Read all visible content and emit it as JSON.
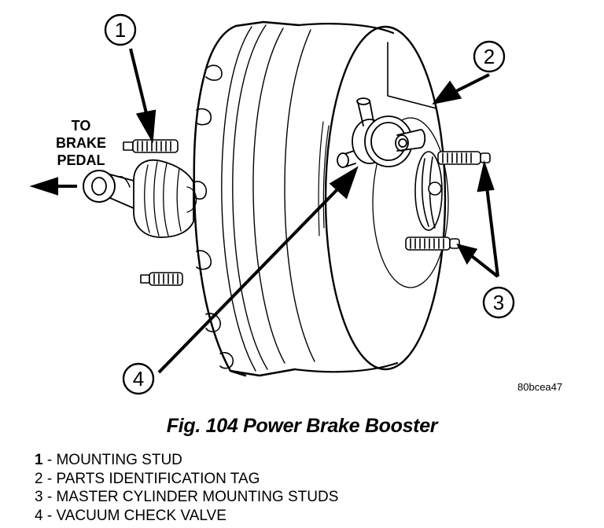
{
  "figure": {
    "callouts": [
      {
        "number": "1",
        "target": "mounting stud"
      },
      {
        "number": "2",
        "target": "parts identification tag"
      },
      {
        "number": "3",
        "target": "master cylinder mounting studs"
      },
      {
        "number": "4",
        "target": "vacuum check valve"
      }
    ],
    "direction_label": {
      "line1": "TO",
      "line2": "BRAKE",
      "line3": "PEDAL"
    },
    "reference_code": "80bcea47",
    "line_color": "#000000",
    "background_color": "#ffffff"
  },
  "caption": "Fig. 104 Power Brake Booster",
  "legend": [
    {
      "number": "1",
      "separator": " - ",
      "text": "MOUNTING STUD"
    },
    {
      "number": "2",
      "separator": " - ",
      "text": "PARTS IDENTIFICATION TAG"
    },
    {
      "number": "3",
      "separator": " - ",
      "text": "MASTER CYLINDER MOUNTING STUDS"
    },
    {
      "number": "4",
      "separator": " - ",
      "text": "VACUUM CHECK VALVE"
    }
  ]
}
